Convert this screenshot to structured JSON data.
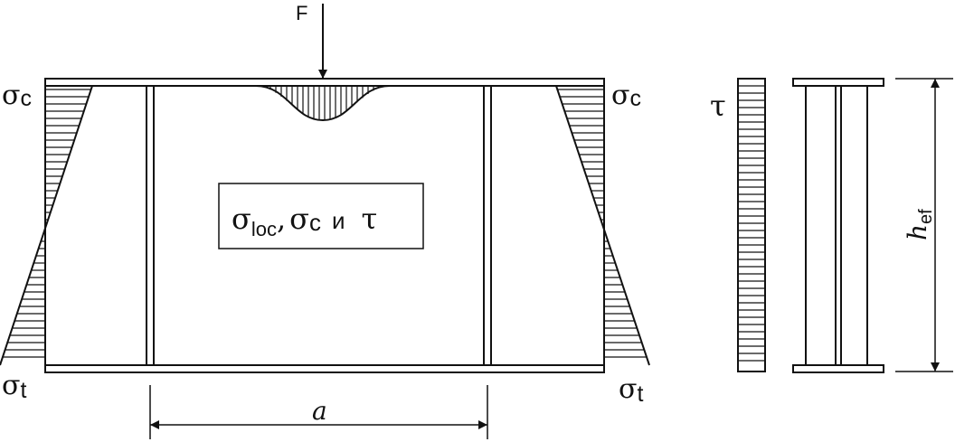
{
  "load": {
    "label": "F"
  },
  "stress": {
    "compression_left": {
      "symbol": "σ",
      "sub": "c"
    },
    "compression_right": {
      "symbol": "σ",
      "sub": "c"
    },
    "tension_left": {
      "symbol": "σ",
      "sub": "t"
    },
    "tension_right": {
      "symbol": "σ",
      "sub": "t"
    },
    "shear": {
      "symbol": "τ"
    }
  },
  "center_box": {
    "s1": "σ",
    "s1_sub": "loc",
    "comma": ",",
    "s2": "σ",
    "s2_sub": "c",
    "conj": "и",
    "s3": "τ"
  },
  "dimensions": {
    "panel_length": "a",
    "height_main": "h",
    "height_sub": "ef"
  }
}
